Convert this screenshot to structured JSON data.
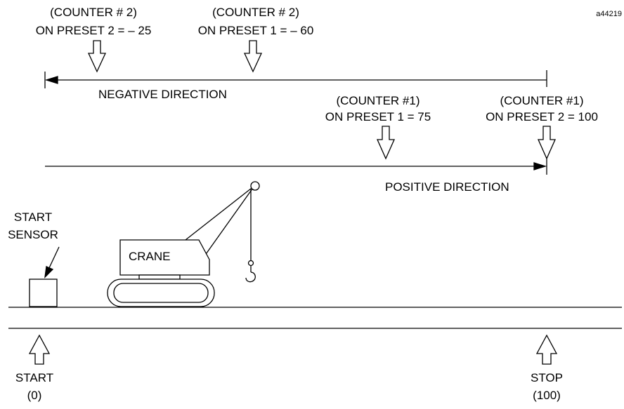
{
  "figure_id": "a44219",
  "counter2": {
    "preset2": {
      "line1": "(COUNTER # 2)",
      "line2": "ON PRESET 2 = – 25"
    },
    "preset1": {
      "line1": "(COUNTER # 2)",
      "line2": "ON PRESET 1 = – 60"
    },
    "direction_label": "NEGATIVE DIRECTION"
  },
  "counter1": {
    "preset1": {
      "line1": "(COUNTER #1)",
      "line2": "ON PRESET 1 = 75"
    },
    "preset2": {
      "line1": "(COUNTER #1)",
      "line2": "ON PRESET 2 = 100"
    },
    "direction_label": "POSITIVE DIRECTION"
  },
  "sensor": {
    "line1": "START",
    "line2": "SENSOR"
  },
  "crane": {
    "label": "CRANE"
  },
  "start_marker": {
    "line1": "START",
    "line2": "(0)"
  },
  "stop_marker": {
    "line1": "STOP",
    "line2": "(100)"
  }
}
